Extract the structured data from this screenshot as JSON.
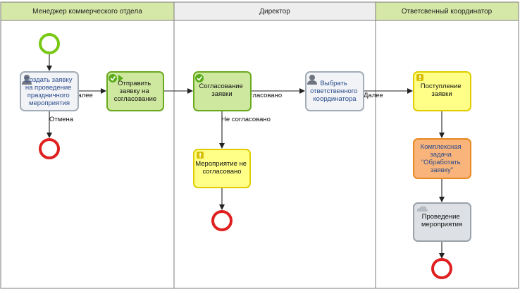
{
  "lanes": [
    {
      "id": "sales",
      "title": "Менеджер коммерческого отдела"
    },
    {
      "id": "director",
      "title": "Директор"
    },
    {
      "id": "coordinator",
      "title": "Ответсвенный координатор"
    }
  ],
  "nodes": {
    "task_create": {
      "lines": [
        "Создать заявку",
        "на проведение",
        "праздничного",
        "мероприятия"
      ],
      "icon": "user-icon",
      "text_color": "#2a4b8d"
    },
    "task_send": {
      "lines": [
        "Отправить",
        "заявку на",
        "согласование"
      ],
      "icon": "check-icon",
      "text_color": "#111111"
    },
    "task_approve": {
      "lines": [
        "Согласование",
        "заявки"
      ],
      "icon": "check-icon",
      "text_color": "#111111"
    },
    "task_not_approved": {
      "lines": [
        "Мероприятие не",
        "согласовано"
      ],
      "icon": "alert-icon",
      "text_color": "#111111"
    },
    "task_select": {
      "lines": [
        "Выбрать",
        "ответственного",
        "координатора"
      ],
      "icon": "user-icon",
      "text_color": "#2a4b8d"
    },
    "task_receipt": {
      "lines": [
        "Поступление",
        "заявки"
      ],
      "icon": "alert-icon",
      "text_color": "#111111"
    },
    "task_complex": {
      "lines": [
        "Комплексная",
        "задача",
        "\"Обработать",
        "заявку\""
      ],
      "icon": "none",
      "text_color": "#2a4b8d"
    },
    "task_conduct": {
      "lines": [
        "Проведение",
        "мероприятия"
      ],
      "icon": "cloud-icon",
      "text_color": "#111111"
    }
  },
  "edge_labels": {
    "next_1": "Далее",
    "cancel": "Отмена",
    "agreed": "Согласовано",
    "not_agreed": "Не согласовано",
    "next_2": "Далее"
  },
  "colors": {
    "lane_header_bg": "#d6e8a8",
    "lane_header_mid_bg": "#eeeeee",
    "border": "#7d7d7d",
    "task_green_fill": "#cfe8a0",
    "task_green_stroke": "#6aaa1e",
    "task_gray_fill": "#f1f3f6",
    "task_gray_stroke": "#a3adb8",
    "task_yellow_fill": "#ffff88",
    "task_yellow_stroke": "#e0cc00",
    "task_orange_fill": "#f8b47a",
    "task_orange_stroke": "#e88a20",
    "task_darkgray_fill": "#dde0e4",
    "task_darkgray_stroke": "#9aa2aa",
    "start_stroke": "#78c814",
    "end_stroke": "#e02020",
    "arrow": "#222222"
  }
}
